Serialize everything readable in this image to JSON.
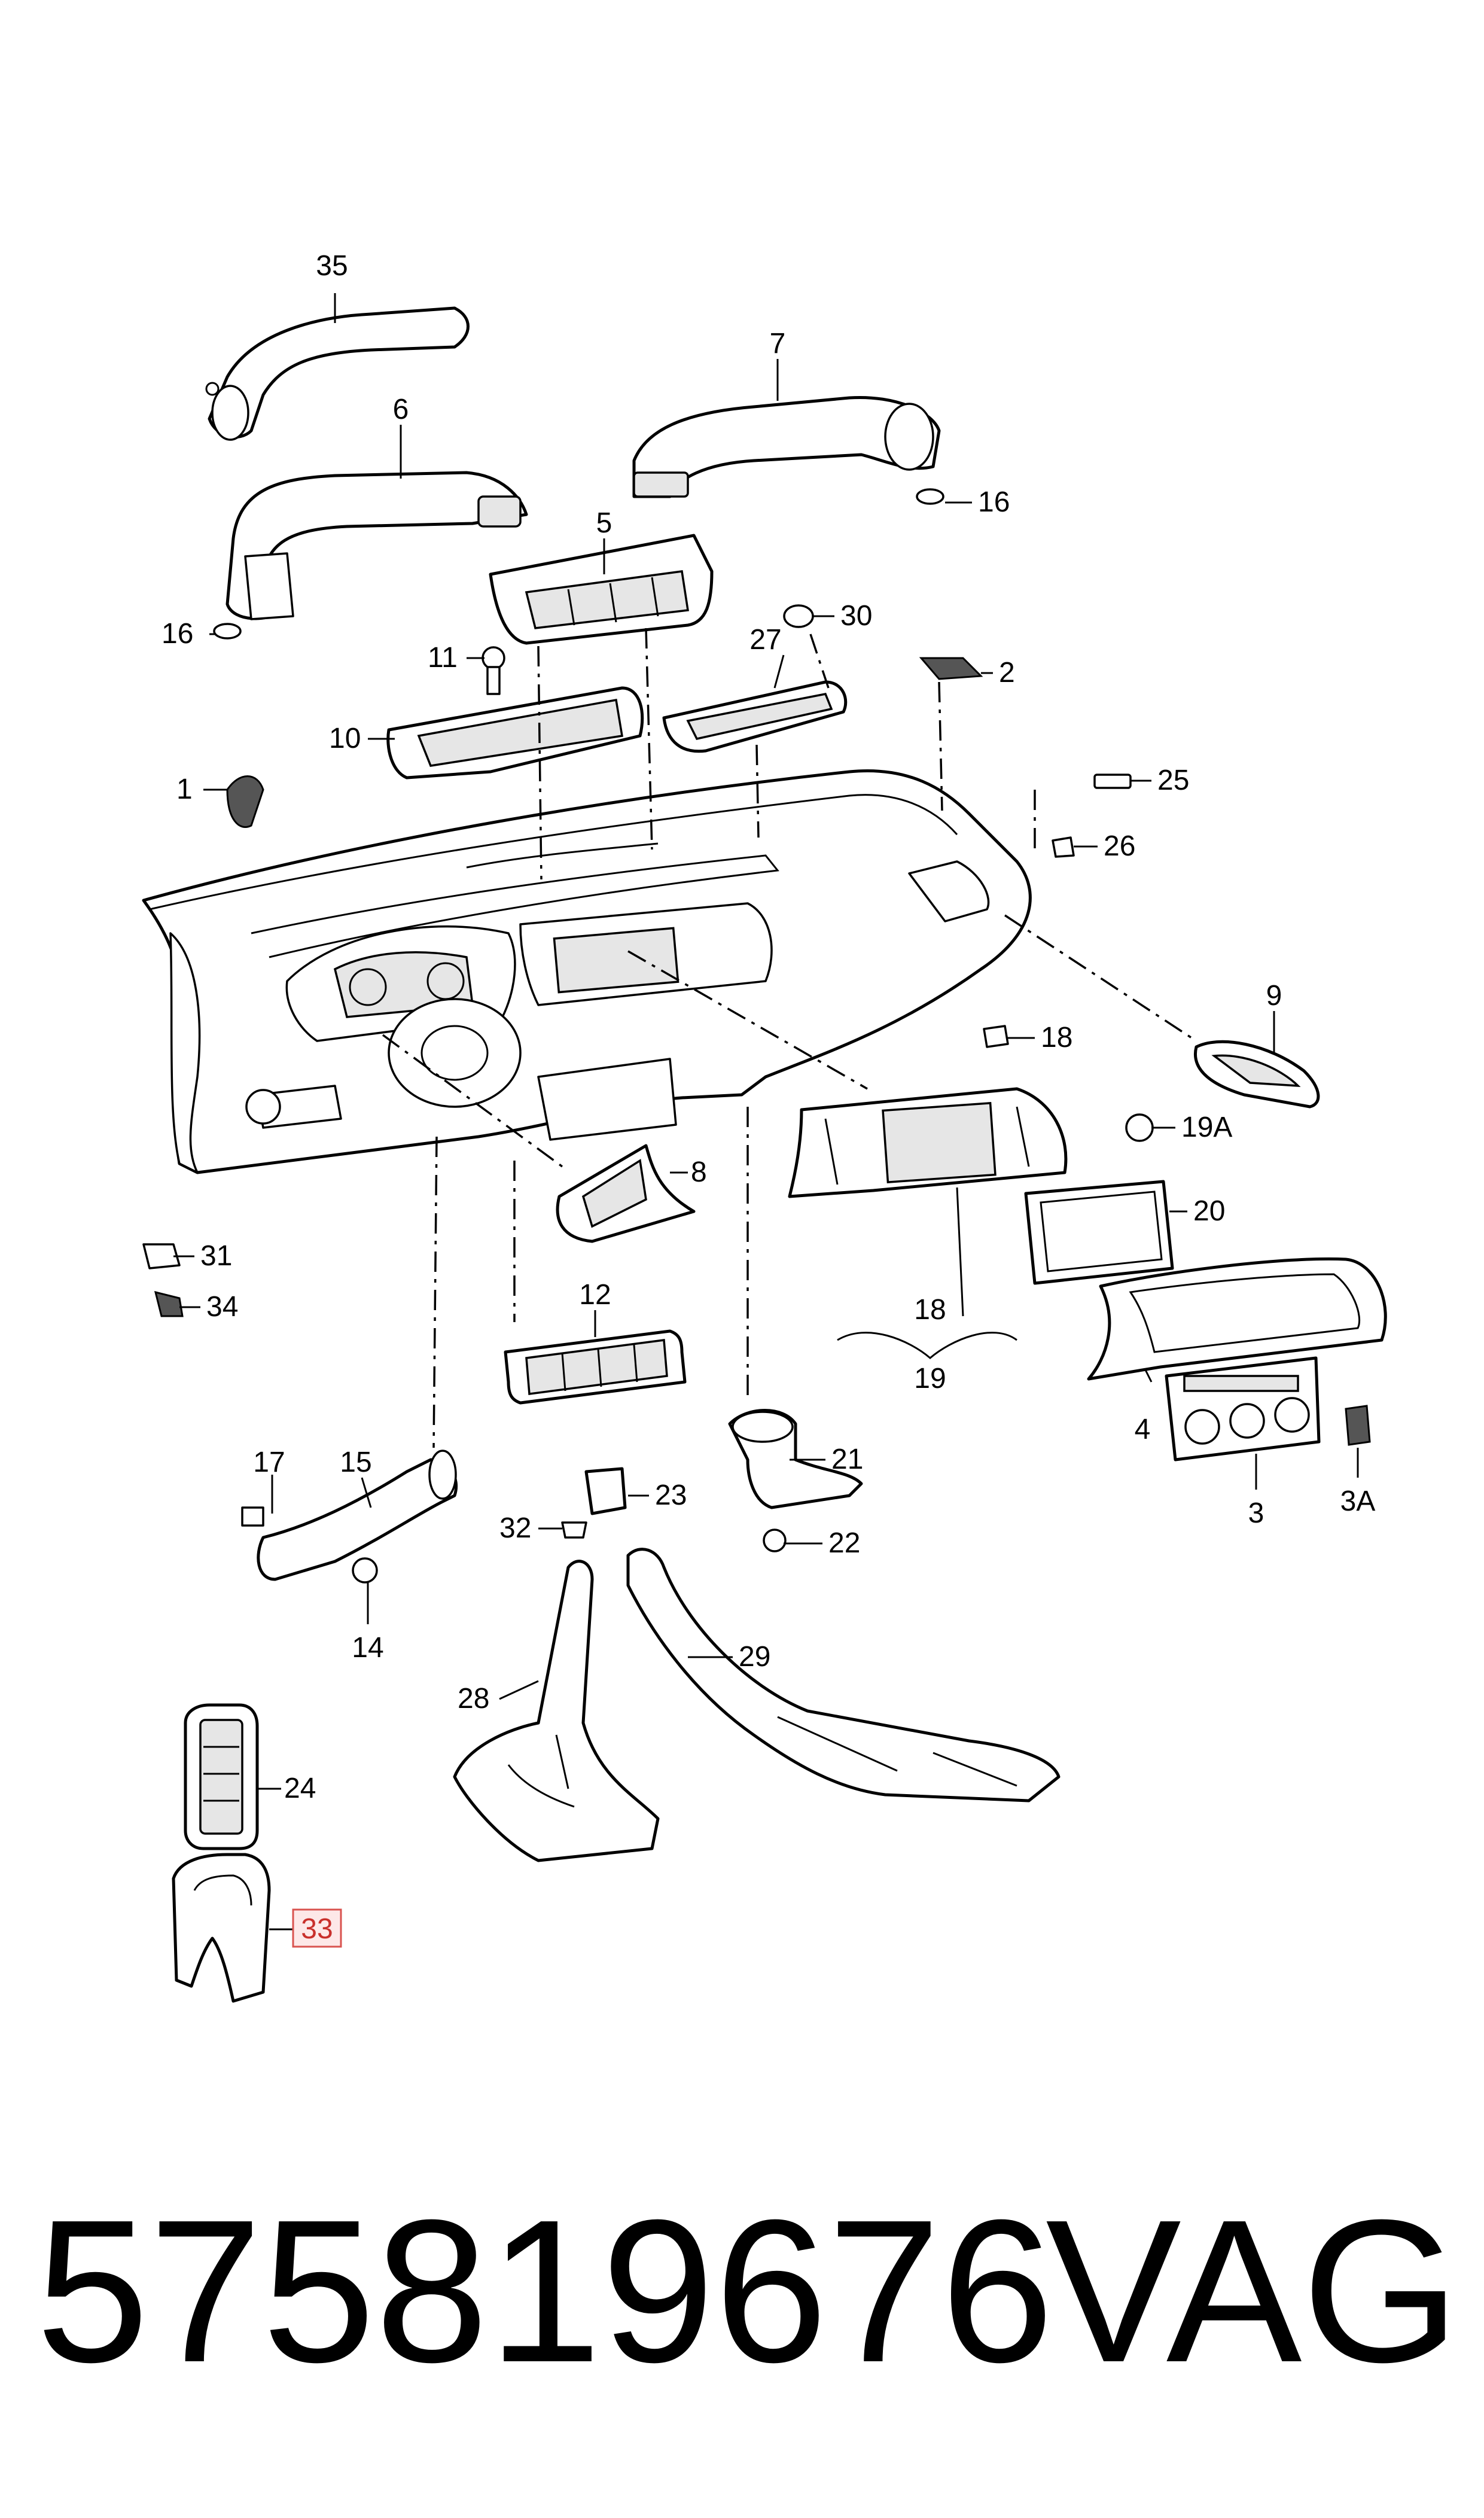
{
  "diagram": {
    "callouts": {
      "c35": "35",
      "c7": "7",
      "c6": "6",
      "c16a": "16",
      "c16b": "16",
      "c5": "5",
      "c30": "30",
      "c11": "11",
      "c27": "27",
      "c2": "2",
      "c10": "10",
      "c1": "1",
      "c25": "25",
      "c26": "26",
      "c9": "9",
      "c18a": "18",
      "c19a": "19A",
      "c8": "8",
      "c20": "20",
      "c31": "31",
      "c34": "34",
      "c12": "12",
      "c18b": "18",
      "c19": "19",
      "c4": "4",
      "c3": "3",
      "c3a": "3A",
      "c17": "17",
      "c15": "15",
      "c21": "21",
      "c23": "23",
      "c32": "32",
      "c22": "22",
      "c14": "14",
      "c29": "29",
      "c28": "28",
      "c24": "24",
      "c33": "33"
    },
    "highlighted_callout": "33",
    "highlight_color": "#d9534f"
  },
  "footer": {
    "part_number": "575819676",
    "brand": "VAG"
  }
}
